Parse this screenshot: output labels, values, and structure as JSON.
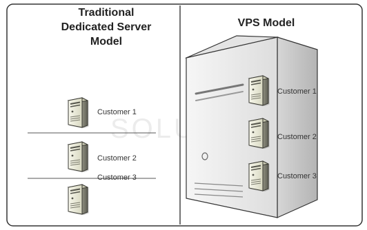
{
  "left_panel": {
    "title_lines": [
      "Traditional",
      "Dedicated Server",
      "Model"
    ],
    "servers": [
      {
        "label": "Customer 1",
        "icon": "server-tower-icon"
      },
      {
        "label": "Customer 2",
        "icon": "server-tower-icon"
      },
      {
        "label": "Customer 3",
        "icon": "server-tower-icon"
      }
    ]
  },
  "right_panel": {
    "title": "VPS Model",
    "host_icon": "large-server-tower-icon",
    "virtual_servers": [
      {
        "label": "Customer 1",
        "icon": "server-tower-icon"
      },
      {
        "label": "Customer 2",
        "icon": "server-tower-icon"
      },
      {
        "label": "Customer 3",
        "icon": "server-tower-icon"
      }
    ]
  },
  "watermark": {
    "text": "SOLUTIX"
  },
  "colors": {
    "frame": "#333333",
    "divider": "#444444",
    "server_body": "#ececd8",
    "host_body": "#f1f1f1"
  }
}
